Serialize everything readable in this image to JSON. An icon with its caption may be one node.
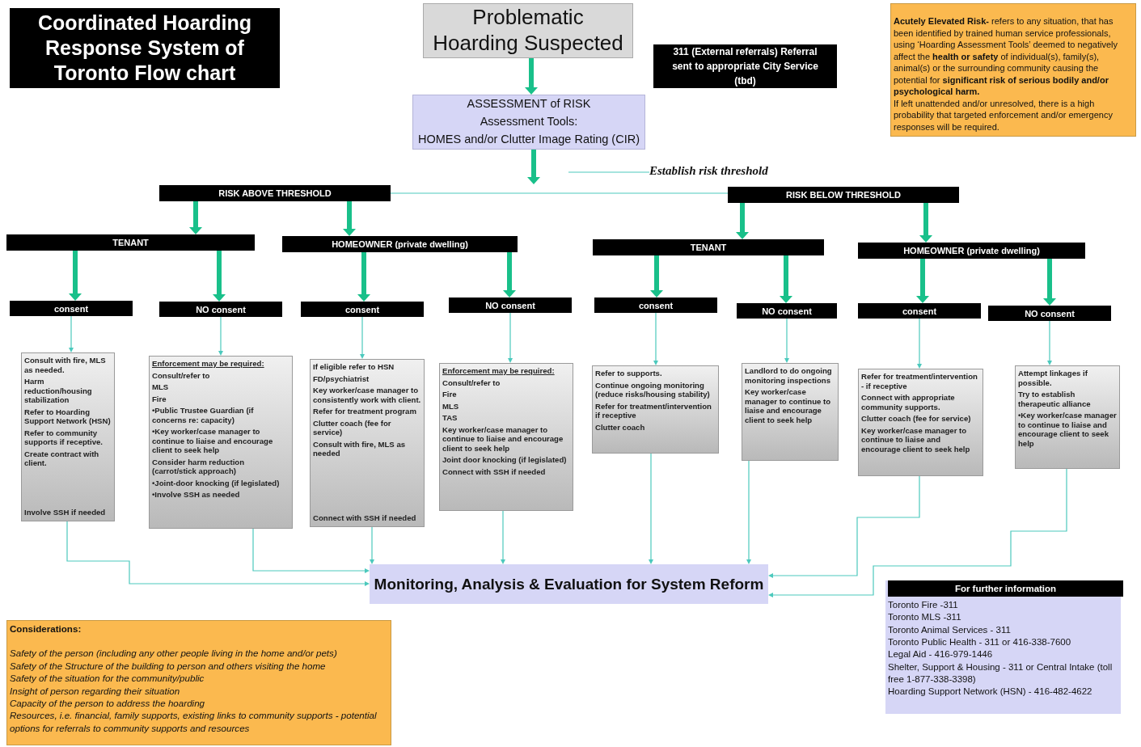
{
  "diagram": {
    "nodes": [
      {
        "text": [
          "Coordinated Hoarding Response System of Toronto Flow chart"
        ]
      },
      {
        "text": [
          "Problematic Hoarding Suspected"
        ]
      },
      {
        "text": [
          "311 (External referrals) Referral sent to appropriate City Service (tbd)"
        ]
      },
      {
        "text": [
          "**Acutely Elevated Risk-** refers to any situation, that has been identified by trained human service professionals, using ‘Hoarding Assessment Tools’ deemed to negatively affect the **health or safety** of individual(s), family(s), animal(s) or the surrounding community causing the potential for **significant risk of serious bodily and/or psychological harm.**",
          "If left unattended and/or unresolved, there is a high probability that targeted enforcement and/or emergency responses will be required."
        ]
      },
      {
        "text": [
          "ASSESSMENT of RISK",
          "Assessment Tools:",
          "HOMES and/or Clutter Image Rating (CIR)"
        ]
      },
      {
        "text": [
          "Establish risk threshold"
        ]
      },
      {
        "text": [
          "RISK ABOVE THRESHOLD"
        ]
      },
      {
        "text": [
          "RISK BELOW THRESHOLD"
        ]
      },
      {
        "text": [
          "TENANT"
        ]
      },
      {
        "text": [
          "HOMEOWNER (private dwelling)"
        ]
      },
      {
        "text": [
          "TENANT"
        ]
      },
      {
        "text": [
          "HOMEOWNER (private dwelling)"
        ]
      },
      {
        "text": [
          "consent"
        ]
      },
      {
        "text": [
          "NO consent"
        ]
      },
      {
        "text": [
          "consent"
        ]
      },
      {
        "text": [
          "NO consent"
        ]
      },
      {
        "text": [
          "consent"
        ]
      },
      {
        "text": [
          "NO consent"
        ]
      },
      {
        "text": [
          "consent"
        ]
      },
      {
        "text": [
          "NO consent"
        ]
      },
      {
        "text": [
          "Consult with fire, MLS as needed.",
          "Harm reduction/housing stabilization",
          "Refer to Hoarding Support Network (HSN)",
          "Refer to community supports if receptive.",
          "Create contract with client.",
          "Involve SSH if needed"
        ]
      },
      {
        "text": [
          "Enforcement may be required:",
          "Consult/refer to",
          "MLS",
          "Fire",
          "•Public Trustee Guardian (if concerns re: capacity)",
          "•Key worker/case manager to continue to liaise and encourage client to seek help",
          "Consider harm reduction (carrot/stick approach)",
          "•Joint-door knocking (if legislated)",
          "•Involve SSH as needed"
        ]
      },
      {
        "text": [
          "If eligible refer to HSN",
          "FD/psychiatrist",
          "Key worker/case manager to consistently work with client.",
          "Refer for treatment program",
          "Clutter coach (fee for service)",
          "Consult with fire, MLS as needed",
          "Connect with SSH if needed"
        ]
      },
      {
        "text": [
          "Enforcement may be required:",
          "Consult/refer to",
          "Fire",
          "MLS",
          "TAS",
          "Key worker/case manager to continue to liaise and encourage client to seek help",
          "Joint door knocking (if legislated)",
          "Connect with SSH if needed"
        ]
      },
      {
        "text": [
          "Refer to supports.",
          "Continue ongoing monitoring (reduce risks/housing stability)",
          "Refer for treatment/intervention if receptive",
          "Clutter coach"
        ]
      },
      {
        "text": [
          "Landlord to do ongoing monitoring inspections",
          "Key worker/case manager to continue to liaise and encourage client to seek help"
        ]
      },
      {
        "text": [
          "Refer for treatment/intervention - if receptive",
          "Connect with appropriate community supports.",
          "Clutter coach (fee for service)",
          "Key worker/case manager to continue to liaise and encourage client to seek help"
        ]
      },
      {
        "text": [
          "Attempt linkages if possible.",
          "Try to establish therapeutic alliance",
          "•Key worker/case manager to continue to liaise and encourage client to seek help"
        ]
      },
      {
        "text": [
          "Monitoring, Analysis & Evaluation for System Reform"
        ]
      },
      {
        "text": [
          "For further information",
          "Toronto Fire -311",
          "Toronto MLS -311",
          "Toronto Animal Services - 311",
          "Toronto Public Health - 311 or 416-338-7600",
          "Legal Aid - 416-979-1446",
          "Shelter, Support & Housing - 311 or Central Intake (toll free 1-877-338-3398)",
          "Hoarding Support Network (HSN) - 416-482-4622"
        ]
      },
      {
        "text": [
          "Considerations:",
          "Safety of the person (including any other people living in the home and/or pets)",
          "Safety of the Structure of the building to person and others visiting the home",
          "Safety of the situation for the community/public",
          "Insight of person regarding their situation",
          "Capacity of the person to address the hoarding",
          "Resources, i.e. financial, family supports, existing links to community supports - potential options for referrals to community supports and resources"
        ]
      }
    ],
    "edges": [
      {
        "from": 1,
        "to": 4,
        "arrow": "to",
        "style": "thick",
        "color": "#19c08a"
      },
      {
        "from": 4,
        "to": null,
        "arrow": "to",
        "style": "thick",
        "color": "#19c08a"
      },
      {
        "from": 5,
        "to": null,
        "arrow": "none"
      },
      {
        "from": 6,
        "to": 7,
        "arrow": "none"
      },
      {
        "from": 6,
        "to": 8,
        "arrow": "to",
        "style": "thick",
        "color": "#19c08a"
      },
      {
        "from": 6,
        "to": 9,
        "arrow": "to",
        "style": "thick",
        "color": "#19c08a"
      },
      {
        "from": 7,
        "to": 10,
        "arrow": "to",
        "style": "thick",
        "color": "#19c08a"
      },
      {
        "from": 7,
        "to": 11,
        "arrow": "to",
        "style": "thick",
        "color": "#19c08a"
      },
      {
        "from": 8,
        "to": 12,
        "arrow": "to",
        "style": "thick",
        "color": "#19c08a"
      },
      {
        "from": 8,
        "to": 13,
        "arrow": "to",
        "style": "thick",
        "color": "#19c08a"
      },
      {
        "from": 9,
        "to": 14,
        "arrow": "to",
        "style": "thick",
        "color": "#19c08a"
      },
      {
        "from": 9,
        "to": 15,
        "arrow": "to",
        "style": "thick",
        "color": "#19c08a"
      },
      {
        "from": 10,
        "to": 16,
        "arrow": "to",
        "style": "thick",
        "color": "#19c08a"
      },
      {
        "from": 10,
        "to": 17,
        "arrow": "to",
        "style": "thick",
        "color": "#19c08a"
      },
      {
        "from": 11,
        "to": 18,
        "arrow": "to",
        "style": "thick",
        "color": "#19c08a"
      },
      {
        "from": 11,
        "to": 19,
        "arrow": "to",
        "style": "thick",
        "color": "#19c08a"
      },
      {
        "from": 12,
        "to": 20,
        "arrow": "to"
      },
      {
        "from": 13,
        "to": 21,
        "arrow": "to"
      },
      {
        "from": 14,
        "to": 22,
        "arrow": "to"
      },
      {
        "from": 15,
        "to": 23,
        "arrow": "to"
      },
      {
        "from": 16,
        "to": 24,
        "arrow": "to"
      },
      {
        "from": 17,
        "to": 25,
        "arrow": "to"
      },
      {
        "from": 18,
        "to": 26,
        "arrow": "to"
      },
      {
        "from": 19,
        "to": 27,
        "arrow": "to"
      },
      {
        "from": 20,
        "to": 28,
        "arrow": "to"
      },
      {
        "from": 21,
        "to": 28,
        "arrow": "to"
      },
      {
        "from": 22,
        "to": 28,
        "arrow": "to"
      },
      {
        "from": 23,
        "to": 28,
        "arrow": "to"
      },
      {
        "from": 24,
        "to": 28,
        "arrow": "to"
      },
      {
        "from": 25,
        "to": 28,
        "arrow": "to"
      },
      {
        "from": 26,
        "to": 28,
        "arrow": "to"
      },
      {
        "from": 27,
        "to": 28,
        "arrow": "to"
      }
    ]
  }
}
